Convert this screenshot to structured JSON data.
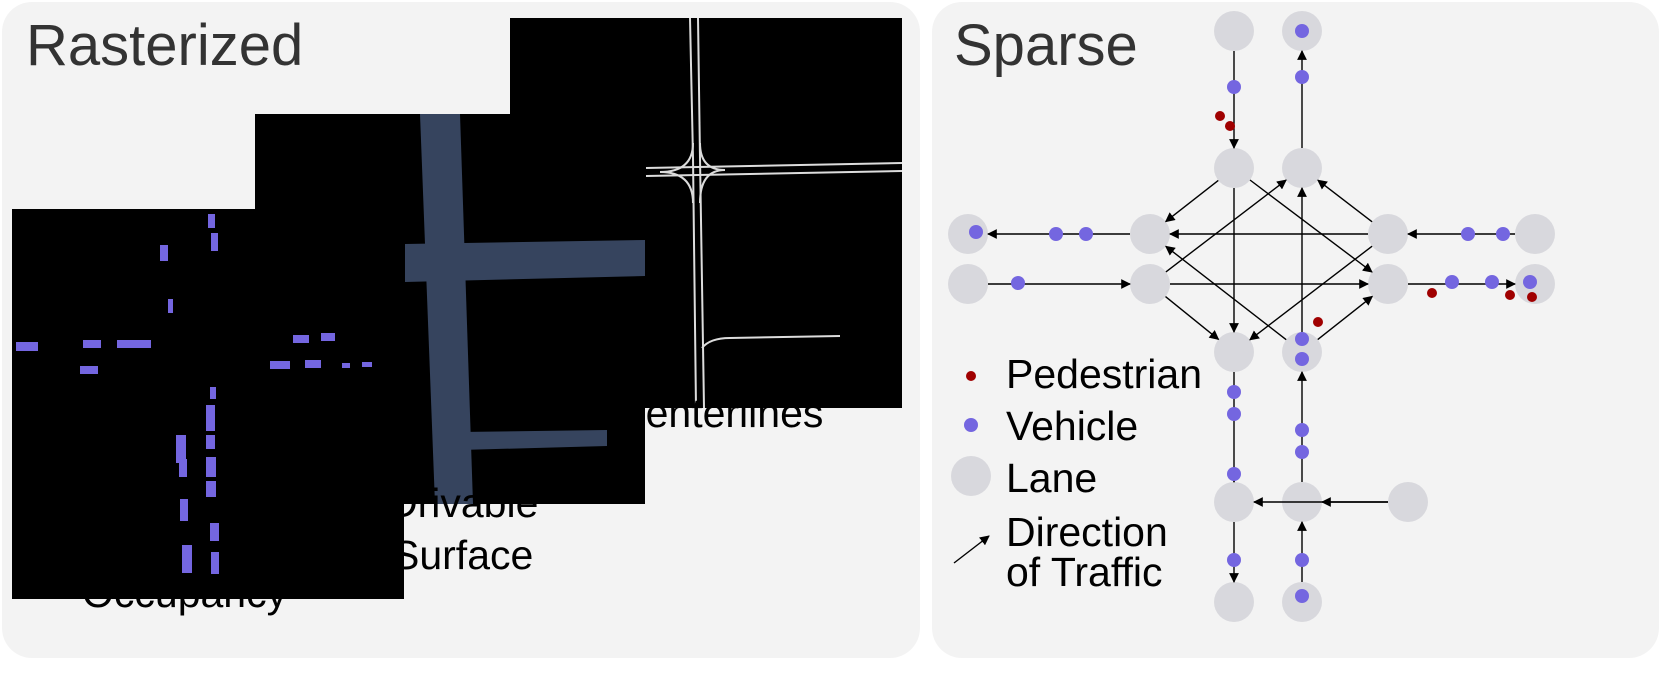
{
  "left_panel": {
    "title": "Rasterized",
    "layers": {
      "occupancy": {
        "label": "Occupancy",
        "color": "#7466e0"
      },
      "drivable": {
        "label_line1": "Drivable",
        "label_line2": "Surface",
        "color": "#36445e"
      },
      "centerlines": {
        "label": "Centerlines",
        "color": "#dcdcdc"
      }
    }
  },
  "right_panel": {
    "title": "Sparse",
    "colors": {
      "lane": "#d8d8dd",
      "vehicle": "#7466e0",
      "pedestrian": "#a00000",
      "arrow": "#000000"
    },
    "legend": {
      "pedestrian": "Pedestrian",
      "vehicle": "Vehicle",
      "lane": "Lane",
      "direction_line1": "Direction",
      "direction_line2": "of Traffic"
    }
  }
}
